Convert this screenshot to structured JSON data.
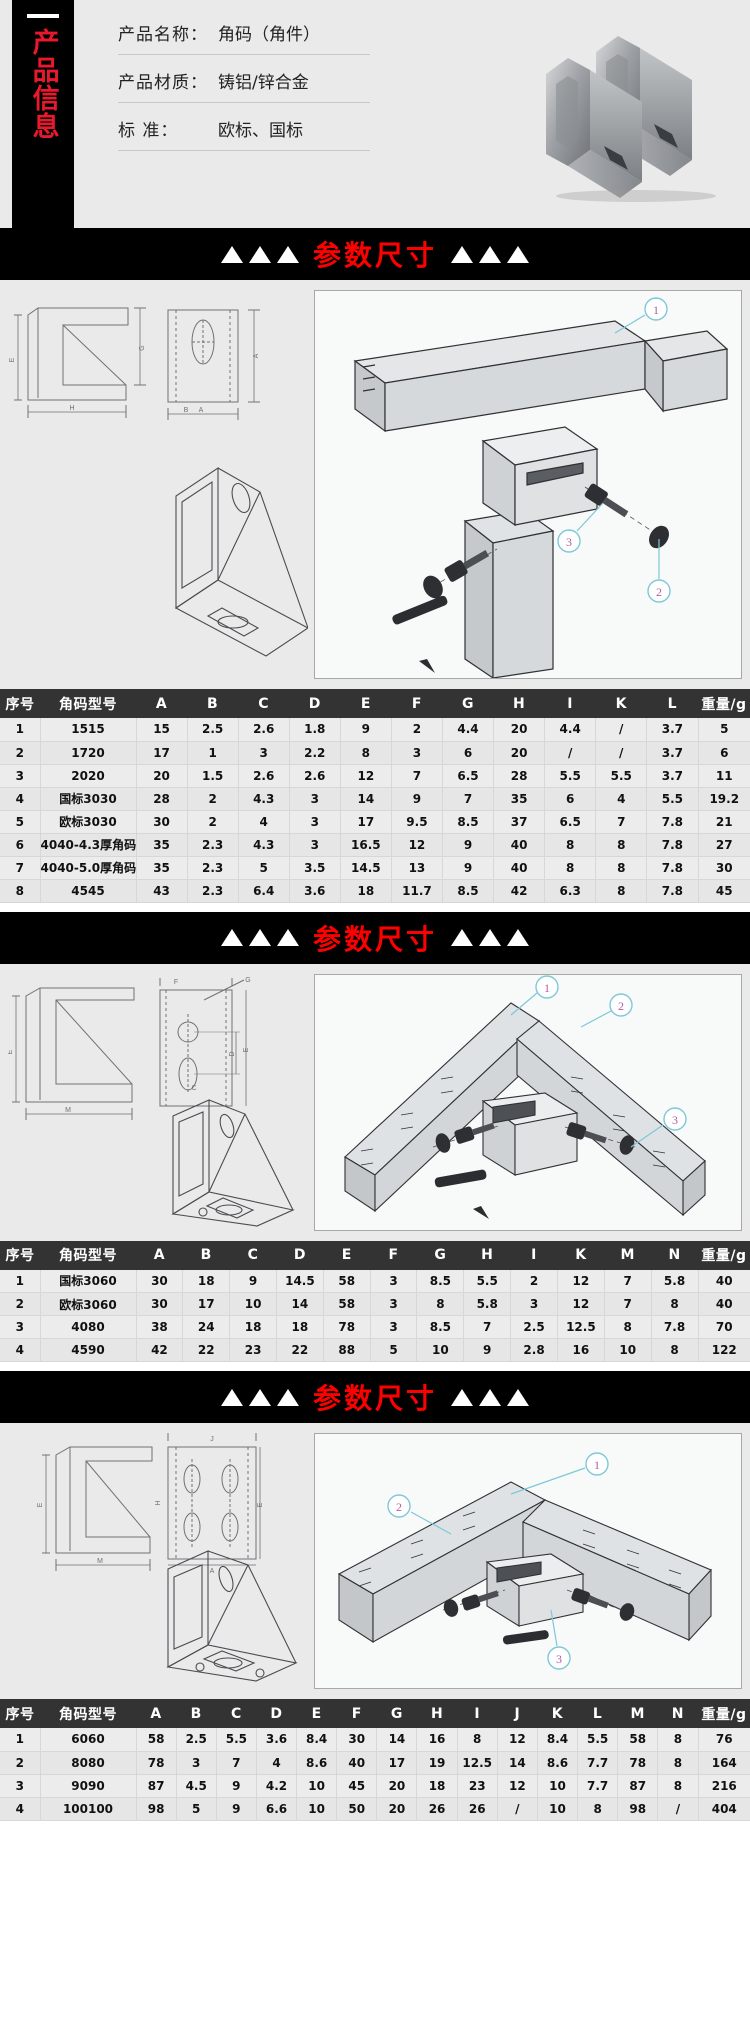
{
  "product_info": {
    "sidebar_title": "产品信息",
    "rows": [
      {
        "label": "产品名称：",
        "value": "角码（角件）"
      },
      {
        "label": "产品材质：",
        "value": "铸铝/锌合金"
      },
      {
        "label": "标    准：",
        "value": "欧标、国标"
      }
    ],
    "photo_alt": "角码产品照片"
  },
  "sections": [
    {
      "banner": "参数尺寸",
      "callouts": [
        "1",
        "2",
        "3"
      ],
      "table": {
        "headers": [
          "序号",
          "角码型号",
          "A",
          "B",
          "C",
          "D",
          "E",
          "F",
          "G",
          "H",
          "I",
          "K",
          "L",
          "重量/g"
        ],
        "rows": [
          [
            "1",
            "1515",
            "15",
            "2.5",
            "2.6",
            "1.8",
            "9",
            "2",
            "4.4",
            "20",
            "4.4",
            "/",
            "3.7",
            "5"
          ],
          [
            "2",
            "1720",
            "17",
            "1",
            "3",
            "2.2",
            "8",
            "3",
            "6",
            "20",
            "/",
            "/",
            "3.7",
            "6"
          ],
          [
            "3",
            "2020",
            "20",
            "1.5",
            "2.6",
            "2.6",
            "12",
            "7",
            "6.5",
            "28",
            "5.5",
            "5.5",
            "3.7",
            "11"
          ],
          [
            "4",
            "国标3030",
            "28",
            "2",
            "4.3",
            "3",
            "14",
            "9",
            "7",
            "35",
            "6",
            "4",
            "5.5",
            "19.2"
          ],
          [
            "5",
            "欧标3030",
            "30",
            "2",
            "4",
            "3",
            "17",
            "9.5",
            "8.5",
            "37",
            "6.5",
            "7",
            "7.8",
            "21"
          ],
          [
            "6",
            "4040-4.3厚角码",
            "35",
            "2.3",
            "4.3",
            "3",
            "16.5",
            "12",
            "9",
            "40",
            "8",
            "8",
            "7.8",
            "27"
          ],
          [
            "7",
            "4040-5.0厚角码",
            "35",
            "2.3",
            "5",
            "3.5",
            "14.5",
            "13",
            "9",
            "40",
            "8",
            "8",
            "7.8",
            "30"
          ],
          [
            "8",
            "4545",
            "43",
            "2.3",
            "6.4",
            "3.6",
            "18",
            "11.7",
            "8.5",
            "42",
            "6.3",
            "8",
            "7.8",
            "45"
          ]
        ]
      }
    },
    {
      "banner": "参数尺寸",
      "callouts": [
        "1",
        "2",
        "3"
      ],
      "table": {
        "headers": [
          "序号",
          "角码型号",
          "A",
          "B",
          "C",
          "D",
          "E",
          "F",
          "G",
          "H",
          "I",
          "K",
          "M",
          "N",
          "重量/g"
        ],
        "rows": [
          [
            "1",
            "国标3060",
            "30",
            "18",
            "9",
            "14.5",
            "58",
            "3",
            "8.5",
            "5.5",
            "2",
            "12",
            "7",
            "5.8",
            "40"
          ],
          [
            "2",
            "欧标3060",
            "30",
            "17",
            "10",
            "14",
            "58",
            "3",
            "8",
            "5.8",
            "3",
            "12",
            "7",
            "8",
            "40"
          ],
          [
            "3",
            "4080",
            "38",
            "24",
            "18",
            "18",
            "78",
            "3",
            "8.5",
            "7",
            "2.5",
            "12.5",
            "8",
            "7.8",
            "70"
          ],
          [
            "4",
            "4590",
            "42",
            "22",
            "23",
            "22",
            "88",
            "5",
            "10",
            "9",
            "2.8",
            "16",
            "10",
            "8",
            "122"
          ]
        ]
      }
    },
    {
      "banner": "参数尺寸",
      "callouts": [
        "1",
        "2",
        "3"
      ],
      "table": {
        "headers": [
          "序号",
          "角码型号",
          "A",
          "B",
          "C",
          "D",
          "E",
          "F",
          "G",
          "H",
          "I",
          "J",
          "K",
          "L",
          "M",
          "N",
          "重量/g"
        ],
        "rows": [
          [
            "1",
            "6060",
            "58",
            "2.5",
            "5.5",
            "3.6",
            "8.4",
            "30",
            "14",
            "16",
            "8",
            "12",
            "8.4",
            "5.5",
            "58",
            "8",
            "76"
          ],
          [
            "2",
            "8080",
            "78",
            "3",
            "7",
            "4",
            "8.6",
            "40",
            "17",
            "19",
            "12.5",
            "14",
            "8.6",
            "7.7",
            "78",
            "8",
            "164"
          ],
          [
            "3",
            "9090",
            "87",
            "4.5",
            "9",
            "4.2",
            "10",
            "45",
            "20",
            "18",
            "23",
            "12",
            "10",
            "7.7",
            "87",
            "8",
            "216"
          ],
          [
            "4",
            "100100",
            "98",
            "5",
            "9",
            "6.6",
            "10",
            "50",
            "20",
            "26",
            "26",
            "/",
            "10",
            "8",
            "98",
            "/",
            "404"
          ]
        ]
      }
    }
  ],
  "colors": {
    "banner_bg": "#000000",
    "banner_text": "#ff0000",
    "sidebar_bg": "#000000",
    "sidebar_text": "#e8192c",
    "table_header_bg": "#333333",
    "table_header_text": "#ffffff",
    "table_row_bg": "#ececec",
    "page_bg": "#eaeaea",
    "callout_ring": "#7ec8d8",
    "callout_number": "#b060a0"
  },
  "icons": {
    "triangle": "triangle-up-icon",
    "divider": "divider-line"
  }
}
